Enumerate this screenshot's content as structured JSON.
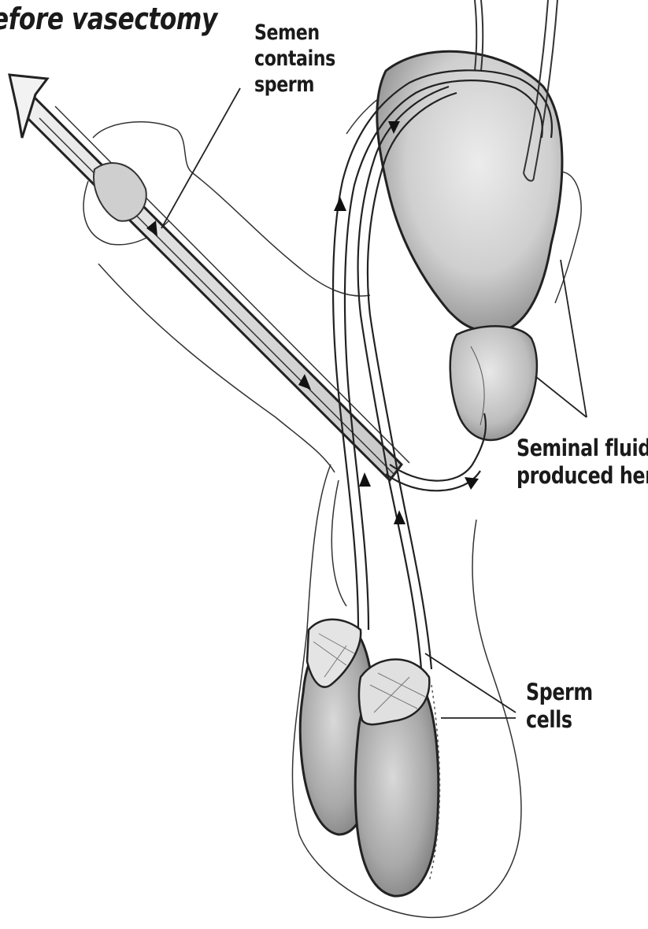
{
  "title": "efore vasectomy",
  "labels": {
    "semen": [
      "Semen",
      "contains",
      "sperm"
    ],
    "seminal_fluid": [
      "Seminal fluid",
      "produced here"
    ],
    "sperm_cells": [
      "Sperm",
      "cells"
    ]
  },
  "colors": {
    "ink": "#1a1a1a",
    "organ_light": "#e6e6e6",
    "organ_mid": "#c2c2c2",
    "organ_dark": "#8a8a8a",
    "background": "#ffffff"
  }
}
